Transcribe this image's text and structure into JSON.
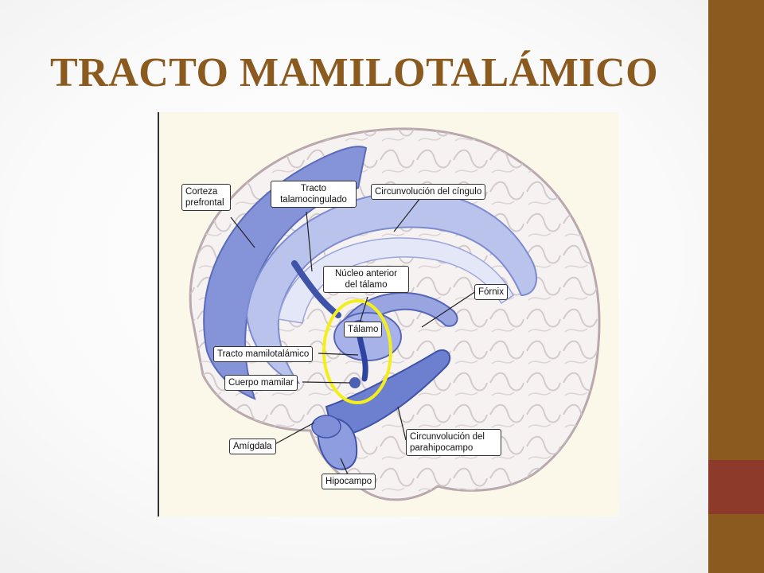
{
  "slide": {
    "title": "TRACTO MAMILOTALÁMICO"
  },
  "colors": {
    "title": "#8a5a1f",
    "side_band": "#8a5a1f",
    "side_accent": "#8e3a2a",
    "highlight_ring": "#f4ef1b",
    "cortex_blue": "#7e8fd6",
    "dark_blue": "#4b5fb3"
  },
  "diagram": {
    "labels": {
      "corteza_prefrontal": "Corteza\nprefrontal",
      "tracto_talamocingulado": "Tracto\ntalamocingulado",
      "circunvolucion_cingulo": "Circunvolución del cíngulo",
      "nucleo_anterior": "Núcleo anterior\ndel tálamo",
      "fornix": "Fórnix",
      "talamo": "Tálamo",
      "tracto_mamilotalamico": "Tracto mamilotalámico",
      "cuerpo_mamilar": "Cuerpo mamilar",
      "amigdala": "Amígdala",
      "circunvolucion_parahipocampo": "Circunvolución del\nparahipocampo",
      "hipocampo": "Hipocampo"
    }
  }
}
